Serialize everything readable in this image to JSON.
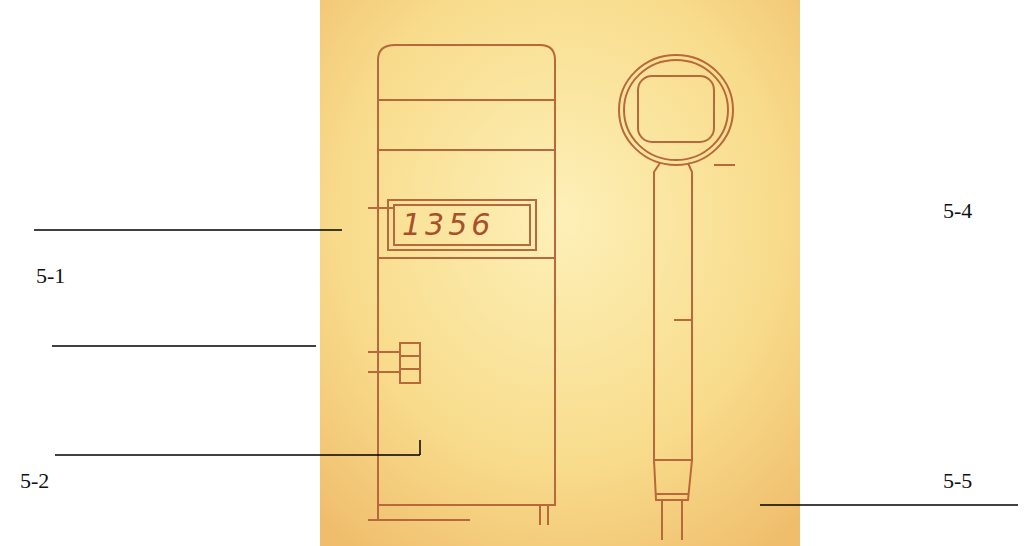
{
  "diagram": {
    "labels": [
      "1356",
      "5-4",
      "5-1",
      "5-2",
      "5-5"
    ]
  }
}
